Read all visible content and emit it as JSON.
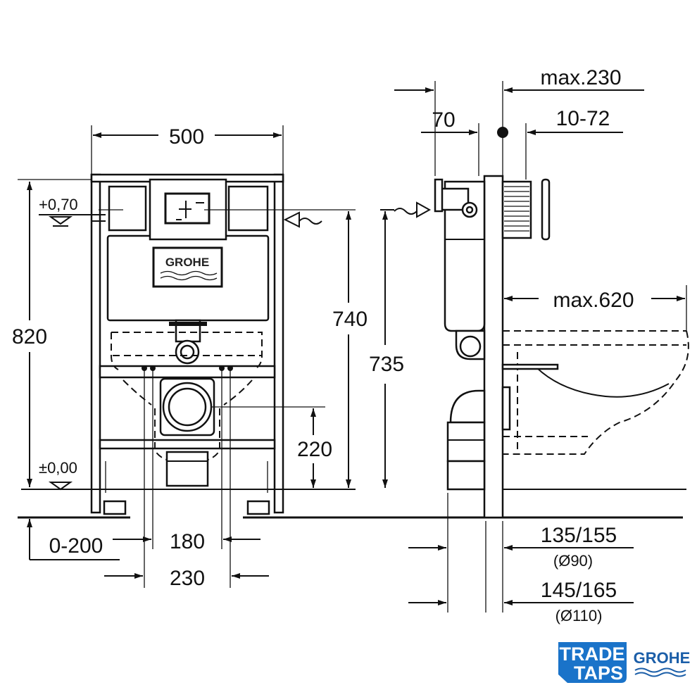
{
  "front_view": {
    "width": "500",
    "height_total": "820",
    "level_top": "+0,70",
    "level_floor": "±0,00",
    "height_740": "740",
    "height_220": "220",
    "adjust": "0-200",
    "spacing_180": "180",
    "spacing_230": "230",
    "plate_brand": "GROHE"
  },
  "side_view": {
    "max_depth": "max.230",
    "depth_70": "70",
    "wall_range": "10-72",
    "height_735": "735",
    "max_620": "max.620",
    "pipe_90": "135/155",
    "pipe_90_diam": "(Ø90)",
    "pipe_110": "145/165",
    "pipe_110_diam": "(Ø110)"
  },
  "logos": {
    "tradetaps_line1": "TRADE",
    "tradetaps_line2": "TAPS",
    "tradetaps_color": "#1a73c9",
    "grohe_text": "GROHE",
    "grohe_color": "#1b5ea8"
  }
}
